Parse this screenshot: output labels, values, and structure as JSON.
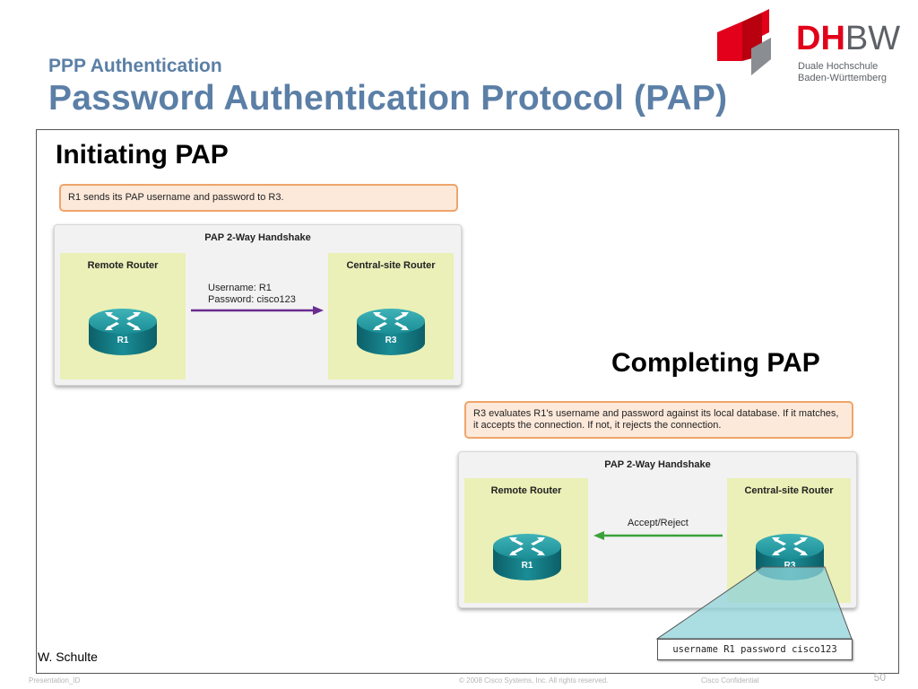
{
  "header": {
    "subtitle": "PPP Authentication",
    "title": "Password Authentication Protocol (PAP)"
  },
  "logo": {
    "brand_red": "DH",
    "brand_gray": "BW",
    "line1": "Duale Hochschule",
    "line2": "Baden-Württemberg",
    "icon": "dhbw-logo-mark",
    "colors": {
      "red": "#e2001a",
      "gray": "#5d6166"
    }
  },
  "initiating": {
    "heading": "Initiating PAP",
    "note": "R1 sends its PAP username and password to R3.",
    "diagram": {
      "title": "PAP 2-Way Handshake",
      "left_label": "Remote Router",
      "right_label": "Central-site Router",
      "left_router": "R1",
      "right_router": "R3",
      "message_line1": "Username: R1",
      "message_line2": "Password: cisco123",
      "arrow_color": "#6a2c91"
    }
  },
  "completing": {
    "heading": "Completing PAP",
    "note": "R3 evaluates R1's username and password against its local database. If it matches, it accepts the connection. If not, it rejects the connection.",
    "diagram": {
      "title": "PAP 2-Way Handshake",
      "left_label": "Remote Router",
      "right_label": "Central-site Router",
      "left_router": "R1",
      "right_router": "R3",
      "message": "Accept/Reject",
      "arrow_color": "#3aa13a"
    },
    "command": "username R1 password cisco123"
  },
  "author": "W. Schulte",
  "footer": {
    "left": "Presentation_ID",
    "center": "© 2008 Cisco Systems, Inc. All rights reserved.",
    "right": "Cisco Confidential",
    "page": "50"
  },
  "colors": {
    "title": "#5b7fa6",
    "note_bg": "#fde9da",
    "note_border": "#f0a46a",
    "router_box": "#eaf0b7",
    "router_teal": "#17808a"
  }
}
